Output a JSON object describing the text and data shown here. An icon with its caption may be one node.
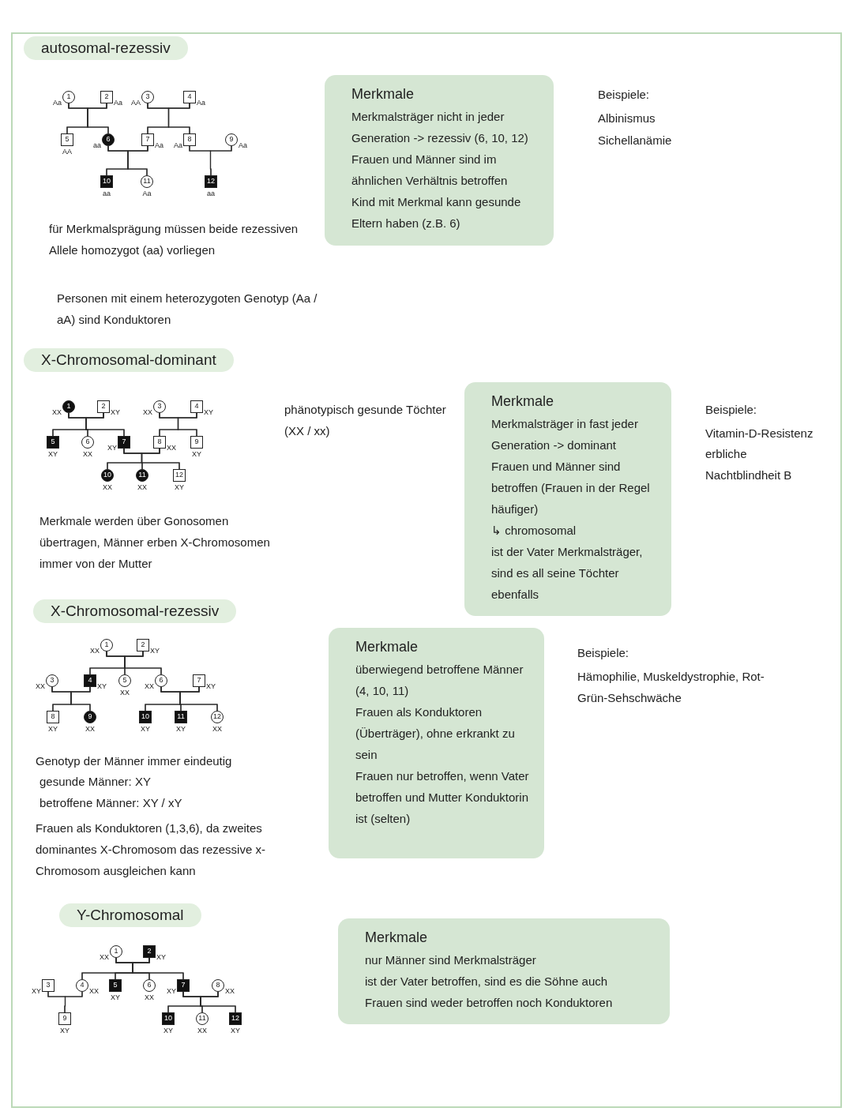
{
  "diagram": {
    "nodes": [
      {
        "text": [
          "autosomal-rezessiv"
        ]
      },
      {
        "text": [
          "1"
        ],
        "beside": [
          "Aa"
        ]
      },
      {
        "text": [
          "2"
        ],
        "beside": [
          "Aa"
        ]
      },
      {
        "text": [
          "3"
        ],
        "beside": [
          "AA"
        ]
      },
      {
        "text": [
          "4"
        ],
        "beside": [
          "Aa"
        ]
      },
      {
        "text": [
          "5"
        ],
        "beside": [
          "AA"
        ]
      },
      {
        "text": [
          "6"
        ],
        "beside": [
          "aa"
        ]
      },
      {
        "text": [
          "7"
        ],
        "beside": [
          "Aa"
        ]
      },
      {
        "text": [
          "8"
        ],
        "beside": [
          "Aa"
        ]
      },
      {
        "text": [
          "9"
        ],
        "beside": [
          "Aa"
        ]
      },
      {
        "text": [
          "10"
        ],
        "beside": [
          "aa"
        ]
      },
      {
        "text": [
          "11"
        ],
        "beside": [
          "Aa"
        ]
      },
      {
        "text": [
          "12"
        ],
        "beside": [
          "aa"
        ]
      },
      {
        "text": [
          "Merkmale",
          "Merkmalsträger nicht in jeder Generation -> rezessiv (6, 10, 12)",
          "Frauen und Männer sind im ähnlichen Verhältnis betroffen",
          "Kind mit Merkmal kann gesunde Eltern haben (z.B. 6)"
        ]
      },
      {
        "text": [
          "X-Chromosomal-dominant"
        ]
      },
      {
        "text": [
          "1"
        ],
        "beside": [
          "XX"
        ]
      },
      {
        "text": [
          "2"
        ],
        "beside": [
          "XY"
        ]
      },
      {
        "text": [
          "3"
        ],
        "beside": [
          "XX"
        ]
      },
      {
        "text": [
          "4"
        ],
        "beside": [
          "XY"
        ]
      },
      {
        "text": [
          "5"
        ],
        "beside": [
          "XY"
        ]
      },
      {
        "text": [
          "6"
        ],
        "beside": [
          "XX"
        ]
      },
      {
        "text": [
          "7"
        ],
        "beside": [
          "XY"
        ]
      },
      {
        "text": [
          "8"
        ],
        "beside": [
          "XX"
        ]
      },
      {
        "text": [
          "9"
        ],
        "beside": [
          "XY"
        ]
      },
      {
        "text": [
          "10"
        ],
        "beside": [
          "XX"
        ]
      },
      {
        "text": [
          "11"
        ],
        "beside": [
          "XX"
        ]
      },
      {
        "text": [
          "12"
        ],
        "beside": [
          "XY"
        ]
      },
      {
        "text": [
          "Merkmale",
          "Merkmalsträger in fast jeder Generation -> dominant",
          "Frauen und Männer sind betroffen (Frauen in der Regel häufiger)",
          "↳ chromosomal",
          "ist der Vater Merkmalsträger, sind es all seine Töchter ebenfalls"
        ]
      },
      {
        "text": [
          "X-Chromosomal-rezessiv"
        ]
      },
      {
        "text": [
          "1"
        ],
        "beside": [
          "XX"
        ]
      },
      {
        "text": [
          "2"
        ],
        "beside": [
          "XY"
        ]
      },
      {
        "text": [
          "3"
        ],
        "beside": [
          "XX"
        ]
      },
      {
        "text": [
          "4"
        ],
        "beside": [
          "XY"
        ]
      },
      {
        "text": [
          "5"
        ],
        "beside": [
          "XX"
        ]
      },
      {
        "text": [
          "6"
        ],
        "beside": [
          "XX"
        ]
      },
      {
        "text": [
          "7"
        ],
        "beside": [
          "XY"
        ]
      },
      {
        "text": [
          "8"
        ],
        "beside": [
          "XY"
        ]
      },
      {
        "text": [
          "9"
        ],
        "beside": [
          "XX"
        ]
      },
      {
        "text": [
          "10"
        ],
        "beside": [
          "XY"
        ]
      },
      {
        "text": [
          "11"
        ],
        "beside": [
          "XY"
        ]
      },
      {
        "text": [
          "12"
        ],
        "beside": [
          "XX"
        ]
      },
      {
        "text": [
          "Merkmale",
          "überwiegend betroffene Männer (4, 10, 11)",
          "Frauen als Konduktoren (Überträger), ohne erkrankt zu sein",
          "Frauen nur betroffen, wenn Vater betroffen und Mutter Konduktorin ist (selten)"
        ]
      },
      {
        "text": [
          "Y-Chromosomal"
        ]
      },
      {
        "text": [
          "1"
        ],
        "beside": [
          "XX"
        ]
      },
      {
        "text": [
          "2"
        ],
        "beside": [
          "XY"
        ]
      },
      {
        "text": [
          "3"
        ],
        "beside": [
          "XY"
        ]
      },
      {
        "text": [
          "4"
        ],
        "beside": [
          "XX"
        ]
      },
      {
        "text": [
          "5"
        ],
        "beside": [
          "XY"
        ]
      },
      {
        "text": [
          "6"
        ],
        "beside": [
          "XX"
        ]
      },
      {
        "text": [
          "7"
        ],
        "beside": [
          "XY"
        ]
      },
      {
        "text": [
          "8"
        ],
        "beside": [
          "XX"
        ]
      },
      {
        "text": [
          "9"
        ],
        "beside": [
          "XY"
        ]
      },
      {
        "text": [
          "10"
        ],
        "beside": [
          "XY"
        ]
      },
      {
        "text": [
          "11"
        ],
        "beside": [
          "XX"
        ]
      },
      {
        "text": [
          "12"
        ],
        "beside": [
          "XY"
        ]
      },
      {
        "text": [
          "Merkmale",
          "nur Männer sind Merkmalsträger",
          "ist der Vater betroffen, sind es die Söhne auch",
          "Frauen sind weder betroffen noch Konduktoren"
        ]
      }
    ],
    "edges": [
      {
        "from": 1,
        "to": 2,
        "arrow": "none"
      },
      {
        "from": 1,
        "to": 5,
        "arrow": "none"
      },
      {
        "from": 2,
        "to": 5,
        "arrow": "none"
      },
      {
        "from": 1,
        "to": 6,
        "arrow": "none"
      },
      {
        "from": 2,
        "to": 6,
        "arrow": "none"
      },
      {
        "from": 3,
        "to": 4,
        "arrow": "none"
      },
      {
        "from": 3,
        "to": 7,
        "arrow": "none"
      },
      {
        "from": 4,
        "to": 7,
        "arrow": "none"
      },
      {
        "from": 3,
        "to": 8,
        "arrow": "none"
      },
      {
        "from": 4,
        "to": 8,
        "arrow": "none"
      },
      {
        "from": 6,
        "to": 7,
        "arrow": "none"
      },
      {
        "from": 6,
        "to": 10,
        "arrow": "none"
      },
      {
        "from": 7,
        "to": 10,
        "arrow": "none"
      },
      {
        "from": 6,
        "to": 11,
        "arrow": "none"
      },
      {
        "from": 7,
        "to": 11,
        "arrow": "none"
      },
      {
        "from": 8,
        "to": 9,
        "arrow": "none"
      },
      {
        "from": 8,
        "to": 12,
        "arrow": "none"
      },
      {
        "from": 9,
        "to": 12,
        "arrow": "none"
      },
      {
        "from": 15,
        "to": 16,
        "arrow": "none"
      },
      {
        "from": 15,
        "to": 19,
        "arrow": "none"
      },
      {
        "from": 16,
        "to": 19,
        "arrow": "none"
      },
      {
        "from": 15,
        "to": 20,
        "arrow": "none"
      },
      {
        "from": 16,
        "to": 20,
        "arrow": "none"
      },
      {
        "from": 15,
        "to": 21,
        "arrow": "none"
      },
      {
        "from": 16,
        "to": 21,
        "arrow": "none"
      },
      {
        "from": 17,
        "to": 18,
        "arrow": "none"
      },
      {
        "from": 17,
        "to": 22,
        "arrow": "none"
      },
      {
        "from": 18,
        "to": 22,
        "arrow": "none"
      },
      {
        "from": 17,
        "to": 23,
        "arrow": "none"
      },
      {
        "from": 18,
        "to": 23,
        "arrow": "none"
      },
      {
        "from": 21,
        "to": 22,
        "arrow": "none"
      },
      {
        "from": 21,
        "to": 24,
        "arrow": "none"
      },
      {
        "from": 22,
        "to": 24,
        "arrow": "none"
      },
      {
        "from": 21,
        "to": 25,
        "arrow": "none"
      },
      {
        "from": 22,
        "to": 25,
        "arrow": "none"
      },
      {
        "from": 21,
        "to": 26,
        "arrow": "none"
      },
      {
        "from": 22,
        "to": 26,
        "arrow": "none"
      },
      {
        "from": 29,
        "to": 30,
        "arrow": "none"
      },
      {
        "from": 29,
        "to": 32,
        "arrow": "none"
      },
      {
        "from": 30,
        "to": 32,
        "arrow": "none"
      },
      {
        "from": 29,
        "to": 33,
        "arrow": "none"
      },
      {
        "from": 30,
        "to": 33,
        "arrow": "none"
      },
      {
        "from": 29,
        "to": 34,
        "arrow": "none"
      },
      {
        "from": 30,
        "to": 34,
        "arrow": "none"
      },
      {
        "from": 31,
        "to": 32,
        "arrow": "none"
      },
      {
        "from": 31,
        "to": 36,
        "arrow": "none"
      },
      {
        "from": 32,
        "to": 36,
        "arrow": "none"
      },
      {
        "from": 31,
        "to": 37,
        "arrow": "none"
      },
      {
        "from": 32,
        "to": 37,
        "arrow": "none"
      },
      {
        "from": 34,
        "to": 35,
        "arrow": "none"
      },
      {
        "from": 34,
        "to": 38,
        "arrow": "none"
      },
      {
        "from": 35,
        "to": 38,
        "arrow": "none"
      },
      {
        "from": 34,
        "to": 39,
        "arrow": "none"
      },
      {
        "from": 35,
        "to": 39,
        "arrow": "none"
      },
      {
        "from": 34,
        "to": 40,
        "arrow": "none"
      },
      {
        "from": 35,
        "to": 40,
        "arrow": "none"
      },
      {
        "from": 43,
        "to": 44,
        "arrow": "none"
      },
      {
        "from": 43,
        "to": 46,
        "arrow": "none"
      },
      {
        "from": 44,
        "to": 46,
        "arrow": "none"
      },
      {
        "from": 43,
        "to": 47,
        "arrow": "none"
      },
      {
        "from": 44,
        "to": 47,
        "arrow": "none"
      },
      {
        "from": 43,
        "to": 48,
        "arrow": "none"
      },
      {
        "from": 44,
        "to": 48,
        "arrow": "none"
      },
      {
        "from": 43,
        "to": 49,
        "arrow": "none"
      },
      {
        "from": 44,
        "to": 49,
        "arrow": "none"
      },
      {
        "from": 45,
        "to": 46,
        "arrow": "none"
      },
      {
        "from": 45,
        "to": 51,
        "arrow": "none"
      },
      {
        "from": 46,
        "to": 51,
        "arrow": "none"
      },
      {
        "from": 49,
        "to": 50,
        "arrow": "none"
      },
      {
        "from": 49,
        "to": 52,
        "arrow": "none"
      },
      {
        "from": 50,
        "to": 52,
        "arrow": "none"
      },
      {
        "from": 49,
        "to": 53,
        "arrow": "none"
      },
      {
        "from": 50,
        "to": 53,
        "arrow": "none"
      },
      {
        "from": 49,
        "to": 54,
        "arrow": "none"
      },
      {
        "from": 50,
        "to": 54,
        "arrow": "none"
      }
    ],
    "labels": [
      "Beispiele:",
      "Albinismus",
      "Sichellanämie",
      "für Merkmalsprägung müssen beide rezessiven Allele homozygot (aa) vorliegen",
      "Personen mit einem heterozygoten Genotyp (Aa / aA) sind Konduktoren",
      "phänotypisch gesunde Töchter (XX / xx)",
      "Beispiele:",
      "Vitamin-D-Resistenz",
      "erbliche Nachtblindheit B",
      "Merkmale werden über Gonosomen übertragen, Männer erben X-Chromosomen immer von der Mutter",
      "Beispiele:",
      "Hämophilie, Muskeldystrophie, Rot-Grün-Sehschwäche",
      "Genotyp der Männer immer eindeutig",
      "gesunde Männer: XY",
      "betroffene Männer: XY / xY",
      "Frauen als Konduktoren (1,3,6), da zweites dominantes X-Chromosom das rezessive x-Chromosom ausgleichen kann"
    ]
  }
}
